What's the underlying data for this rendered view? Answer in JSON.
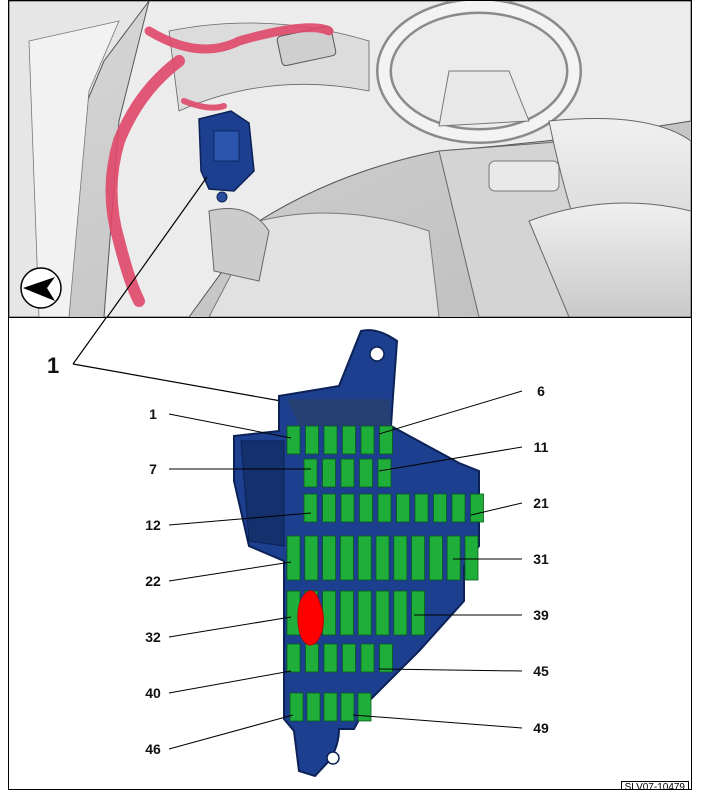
{
  "callout_main": "1",
  "fuse_labels_left": [
    "1",
    "7",
    "12",
    "22",
    "32",
    "40",
    "46"
  ],
  "fuse_labels_right": [
    "6",
    "11",
    "21",
    "31",
    "39",
    "45",
    "49"
  ],
  "figure_ref": "SLV07-10479",
  "colors": {
    "fuse": "#1fae3a",
    "fuse_outline": "#0b5b1c",
    "housing": "#1c3f8f",
    "harness": "#e0486a",
    "highlight": "#ff0000"
  }
}
